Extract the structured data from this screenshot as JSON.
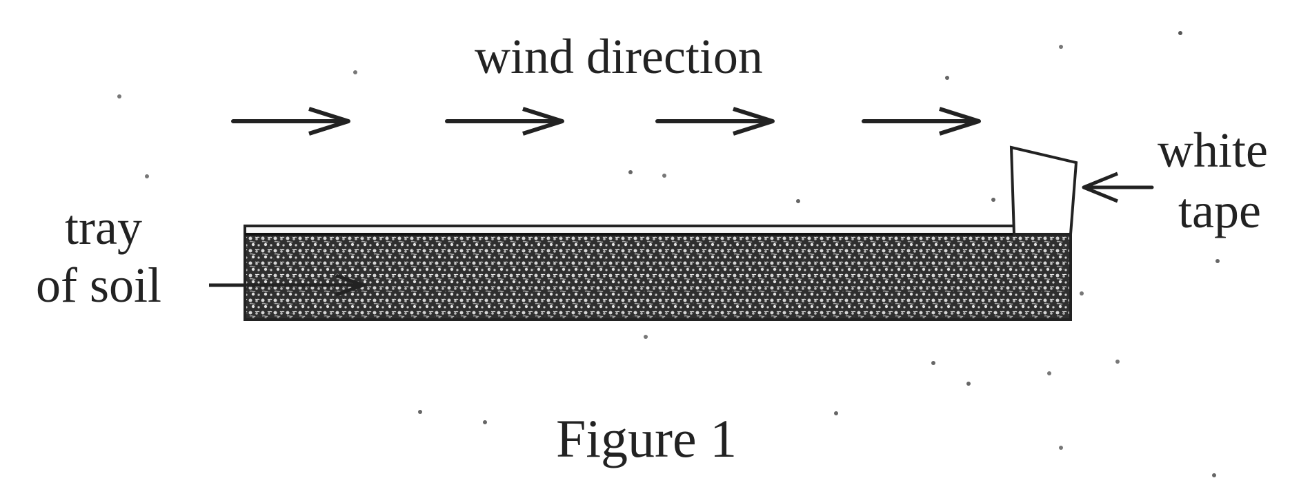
{
  "labels": {
    "wind_direction": "wind direction",
    "tray_line1": "tray",
    "tray_line2": "of soil",
    "tape_line1": "white",
    "tape_line2": "tape"
  },
  "caption": "Figure 1",
  "colors": {
    "ink": "#222222",
    "soil_dark": "#2a2a2a",
    "soil_light": "#d9d9d9",
    "background": "#ffffff"
  },
  "icons": {
    "wind_arrow": "right-arrow-icon",
    "tape_pointer": "left-arrow-icon",
    "tray_pointer": "leader-line"
  }
}
